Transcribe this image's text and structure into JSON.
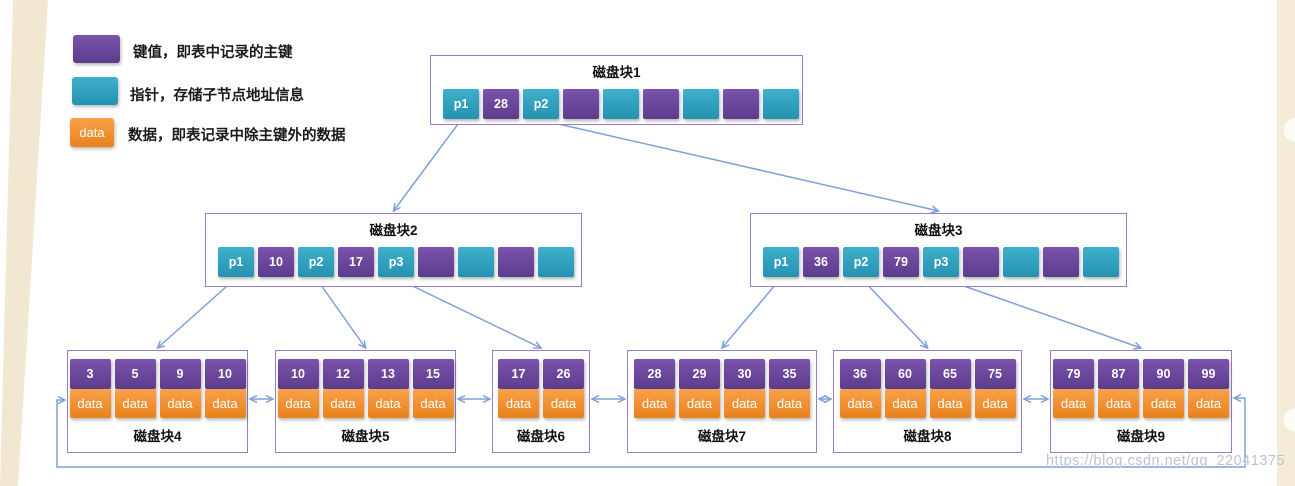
{
  "legend": {
    "items": [
      {
        "name": "key",
        "swatch_text": "",
        "label": "键值，即表中记录的主键",
        "color": "#6b4a9b"
      },
      {
        "name": "pointer",
        "swatch_text": "",
        "label": "指针，存储子节点地址信息",
        "color": "#2fa8c5"
      },
      {
        "name": "data",
        "swatch_text": "data",
        "label": "数据，即表记录中除主键外的数据",
        "color": "#f08c2d"
      }
    ]
  },
  "tree": {
    "internal_blocks": [
      {
        "id": "block1",
        "title": "磁盘块1",
        "cells": [
          {
            "type": "pointer",
            "text": "p1"
          },
          {
            "type": "key",
            "text": "28"
          },
          {
            "type": "pointer",
            "text": "p2"
          },
          {
            "type": "key",
            "text": ""
          },
          {
            "type": "pointer",
            "text": ""
          },
          {
            "type": "key",
            "text": ""
          },
          {
            "type": "pointer",
            "text": ""
          },
          {
            "type": "key",
            "text": ""
          },
          {
            "type": "pointer",
            "text": ""
          }
        ]
      },
      {
        "id": "block2",
        "title": "磁盘块2",
        "cells": [
          {
            "type": "pointer",
            "text": "p1"
          },
          {
            "type": "key",
            "text": "10"
          },
          {
            "type": "pointer",
            "text": "p2"
          },
          {
            "type": "key",
            "text": "17"
          },
          {
            "type": "pointer",
            "text": "p3"
          },
          {
            "type": "key",
            "text": ""
          },
          {
            "type": "pointer",
            "text": ""
          },
          {
            "type": "key",
            "text": ""
          },
          {
            "type": "pointer",
            "text": ""
          }
        ]
      },
      {
        "id": "block3",
        "title": "磁盘块3",
        "cells": [
          {
            "type": "pointer",
            "text": "p1"
          },
          {
            "type": "key",
            "text": "36"
          },
          {
            "type": "pointer",
            "text": "p2"
          },
          {
            "type": "key",
            "text": "79"
          },
          {
            "type": "pointer",
            "text": "p3"
          },
          {
            "type": "key",
            "text": ""
          },
          {
            "type": "pointer",
            "text": ""
          },
          {
            "type": "key",
            "text": ""
          },
          {
            "type": "pointer",
            "text": ""
          }
        ]
      }
    ],
    "leaf_blocks": [
      {
        "id": "block4",
        "title": "磁盘块4",
        "keys": [
          "3",
          "5",
          "9",
          "10"
        ],
        "data_text": "data"
      },
      {
        "id": "block5",
        "title": "磁盘块5",
        "keys": [
          "10",
          "12",
          "13",
          "15"
        ],
        "data_text": "data"
      },
      {
        "id": "block6",
        "title": "磁盘块6",
        "keys": [
          "17",
          "26"
        ],
        "data_text": "data"
      },
      {
        "id": "block7",
        "title": "磁盘块7",
        "keys": [
          "28",
          "29",
          "30",
          "35"
        ],
        "data_text": "data"
      },
      {
        "id": "block8",
        "title": "磁盘块8",
        "keys": [
          "36",
          "60",
          "65",
          "75"
        ],
        "data_text": "data"
      },
      {
        "id": "block9",
        "title": "磁盘块9",
        "keys": [
          "79",
          "87",
          "90",
          "99"
        ],
        "data_text": "data"
      }
    ],
    "edges": [
      {
        "from": "block1",
        "cell": "p1",
        "to": "block2"
      },
      {
        "from": "block1",
        "cell": "p2",
        "to": "block3"
      },
      {
        "from": "block2",
        "cell": "p1",
        "to": "block4"
      },
      {
        "from": "block2",
        "cell": "p2",
        "to": "block5"
      },
      {
        "from": "block2",
        "cell": "p3",
        "to": "block6"
      },
      {
        "from": "block3",
        "cell": "p1",
        "to": "block7"
      },
      {
        "from": "block3",
        "cell": "p2",
        "to": "block8"
      },
      {
        "from": "block3",
        "cell": "p3",
        "to": "block9"
      }
    ],
    "leaf_links": [
      [
        "block4",
        "block5"
      ],
      [
        "block5",
        "block6"
      ],
      [
        "block6",
        "block7"
      ],
      [
        "block7",
        "block8"
      ],
      [
        "block8",
        "block9"
      ]
    ],
    "circular_link": {
      "from": "block9",
      "to": "block4"
    }
  },
  "watermark": "https://blog.csdn.net/qq_22041375",
  "colors": {
    "key": "#6b4a9b",
    "pointer": "#2fa8c5",
    "data": "#f08c2d",
    "arrow": "#7da0d8",
    "box_border": "#9a7cc0"
  }
}
